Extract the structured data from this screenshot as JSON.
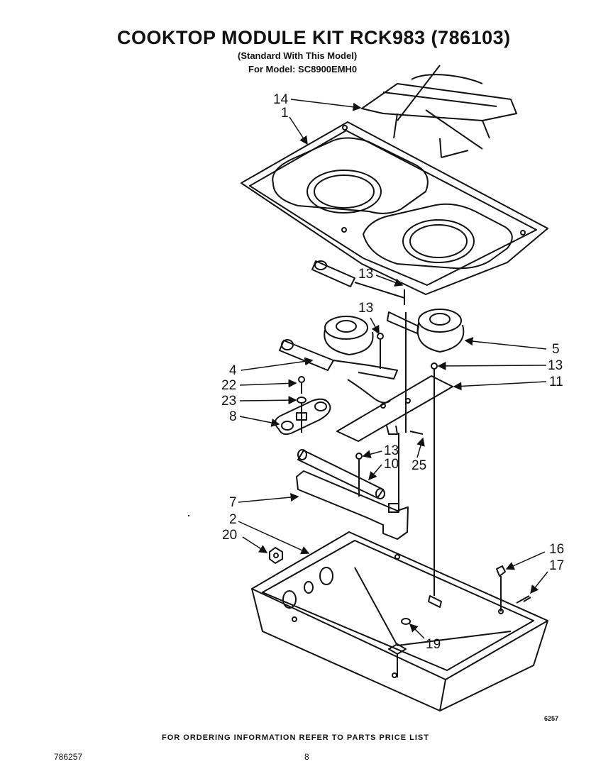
{
  "header": {
    "title": "COOKTOP MODULE KIT  RCK983 (786103)",
    "subtitle": "(Standard With This Model)",
    "model": "For Model: SC8900EMH0"
  },
  "figure_code": "6257",
  "footer": {
    "ordering_note": "FOR ORDERING INFORMATION REFER TO PARTS PRICE LIST",
    "document_number": "786257",
    "page_number": "8"
  },
  "callouts": {
    "c14": "14",
    "c1": "1",
    "c13a": "13",
    "c13b": "13",
    "c5": "5",
    "c4": "4",
    "c13c": "13",
    "c11": "11",
    "c22": "22",
    "c23": "23",
    "c8": "8",
    "c13d": "13",
    "c10": "10",
    "c25": "25",
    "c7": "7",
    "c2": "2",
    "c20": "20",
    "c16": "16",
    "c17": "17",
    "c19": "19"
  }
}
